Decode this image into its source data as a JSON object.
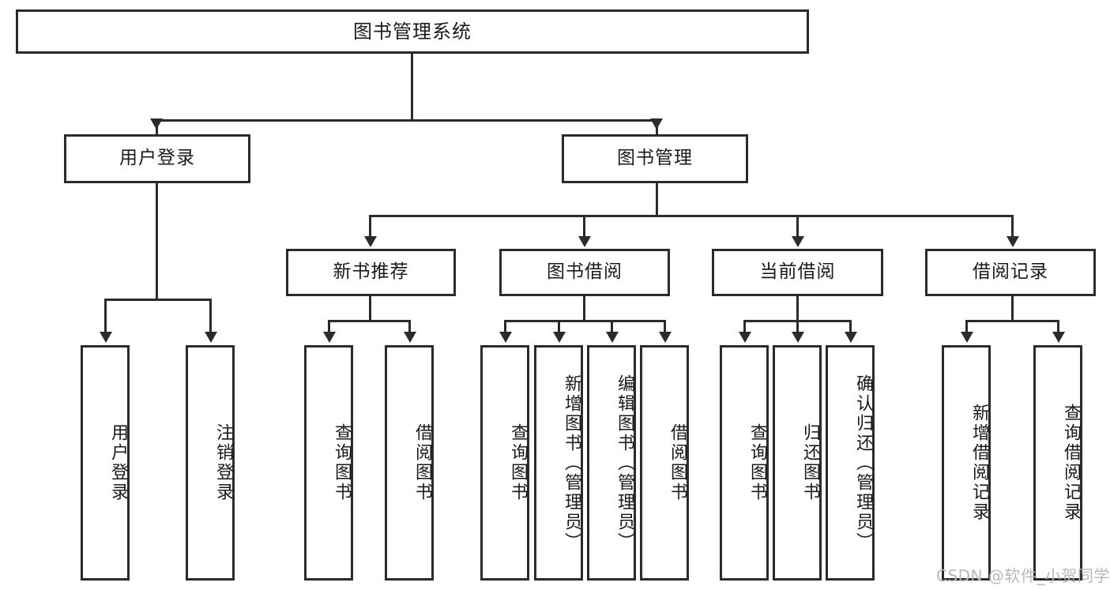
{
  "diagram": {
    "title": "图书管理系统",
    "type": "tree-hierarchy",
    "watermark": "CSDN @软件_小贺同学",
    "colors": {
      "box_border": "#2b2b2b",
      "box_fill": "#ffffff",
      "text": "#1a1a1a",
      "connector": "#2b2b2b",
      "watermark": "#b9b9b9",
      "background": "#ffffff"
    },
    "nodes": {
      "root": {
        "label": "图书管理系统"
      },
      "level2": [
        {
          "label": "用户登录"
        },
        {
          "label": "图书管理"
        }
      ],
      "level3": [
        {
          "label": "新书推荐"
        },
        {
          "label": "图书借阅"
        },
        {
          "label": "当前借阅"
        },
        {
          "label": "借阅记录"
        }
      ],
      "leaves": [
        {
          "label": "用户登录",
          "parent": "用户登录"
        },
        {
          "label": "注销登录",
          "parent": "用户登录"
        },
        {
          "label": "查询图书",
          "parent": "新书推荐"
        },
        {
          "label": "借阅图书",
          "parent": "新书推荐"
        },
        {
          "label": "查询图书",
          "parent": "图书借阅"
        },
        {
          "label": "新增图书（管理员）",
          "parent": "图书借阅"
        },
        {
          "label": "编辑图书（管理员）",
          "parent": "图书借阅"
        },
        {
          "label": "借阅图书",
          "parent": "图书借阅"
        },
        {
          "label": "查询图书",
          "parent": "当前借阅"
        },
        {
          "label": "归还图书",
          "parent": "当前借阅"
        },
        {
          "label": "确认归还（管理员）",
          "parent": "当前借阅"
        },
        {
          "label": "新增借阅记录",
          "parent": "借阅记录"
        },
        {
          "label": "查询借阅记录",
          "parent": "借阅记录"
        }
      ]
    }
  }
}
